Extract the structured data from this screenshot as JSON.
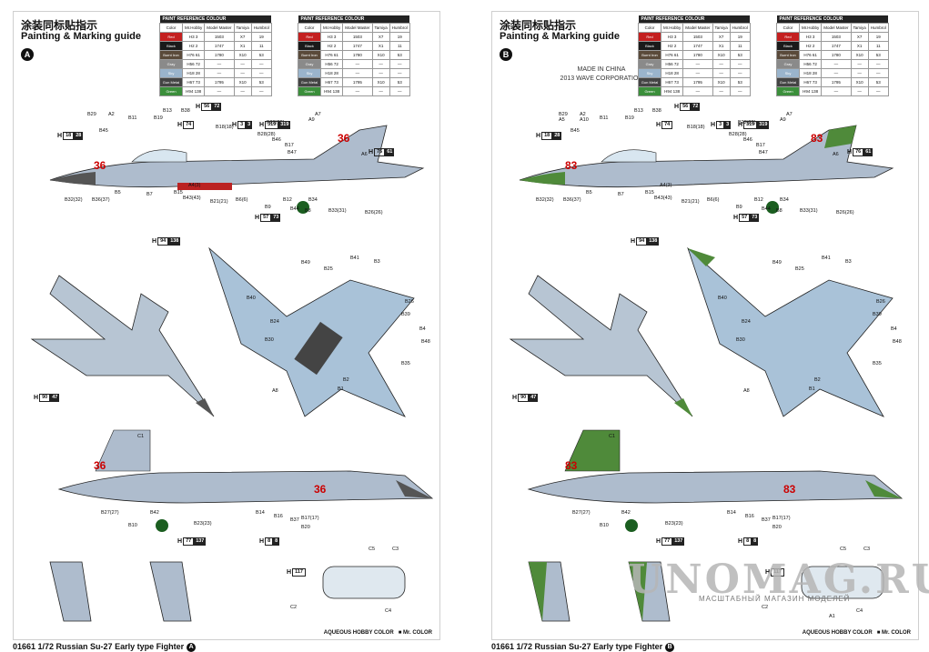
{
  "header": {
    "title_cn": "涂装同标贴指示",
    "title_en": "Painting & Marking guide"
  },
  "pages": {
    "a": {
      "letter": "A",
      "tail_number": "36"
    },
    "b": {
      "letter": "B",
      "tail_number": "83"
    }
  },
  "made_in": [
    "MADE IN CHINA",
    "2013 WAVE CORPORATION"
  ],
  "paint_table": {
    "title": "PAINT REFERENCE COLOUR",
    "headers": [
      "Color",
      "Mr.Hobby",
      "Model Master",
      "Tamiya",
      "Humbrol"
    ],
    "rows": [
      {
        "color_name": "Red",
        "swatch": "#c42020",
        "hobby": "H3 3",
        "mm": "1503",
        "tamiya": "X7",
        "humbrol": "19"
      },
      {
        "color_name": "Black",
        "swatch": "#1a1a1a",
        "hobby": "H2 2",
        "mm": "1747",
        "tamiya": "X1",
        "humbrol": "11"
      },
      {
        "color_name": "Burnt Iron",
        "swatch": "#5a4a3a",
        "hobby": "H76 61",
        "mm": "1780",
        "tamiya": "X10",
        "humbrol": "53"
      },
      {
        "color_name": "Gray",
        "swatch": "#8a8a8a",
        "hobby": "H56 72",
        "mm": "—",
        "tamiya": "—",
        "humbrol": "—"
      },
      {
        "color_name": "Sky",
        "swatch": "#9ab4cc",
        "hobby": "H18 28",
        "mm": "—",
        "tamiya": "—",
        "humbrol": "—"
      },
      {
        "color_name": "Gun Metal",
        "swatch": "#444444",
        "hobby": "H67 73",
        "mm": "1795",
        "tamiya": "X10",
        "humbrol": "53"
      },
      {
        "color_name": "Green",
        "swatch": "#3b8f3b",
        "hobby": "H94 138",
        "mm": "—",
        "tamiya": "—",
        "humbrol": "—"
      }
    ]
  },
  "callouts_a": [
    "B29",
    "A2",
    "B11",
    "B45",
    "B19",
    "B13",
    "B38",
    "B18(18)",
    "B22(22)",
    "B28(28)",
    "B46",
    "B17",
    "B47",
    "A9",
    "A7",
    "A6",
    "B32(32)",
    "B36(37)",
    "B5",
    "B7",
    "B15",
    "B43(43)",
    "A4(3)",
    "B21(21)",
    "B6(6)",
    "B9",
    "B12",
    "B34",
    "B44",
    "B8",
    "B33(31)",
    "B26(26)",
    "B49",
    "B25",
    "B41",
    "B3",
    "B40",
    "B24",
    "B30",
    "B26",
    "B39",
    "B48",
    "B35",
    "B1",
    "B2",
    "B4",
    "A8",
    "B10",
    "B27(27)",
    "B42",
    "B23(23)",
    "B20",
    "B14",
    "B16",
    "B37",
    "B17(17)",
    "C1",
    "C2",
    "C3",
    "C4",
    "C5"
  ],
  "callouts_b": [
    "A1",
    "A5",
    "A10"
  ],
  "paint_chips_a": [
    {
      "hobby": "18",
      "mc": "28"
    },
    {
      "hobby": "3",
      "mc": "3"
    },
    {
      "hobby": "74",
      "mc": ""
    },
    {
      "hobby": "319",
      "mc": "319"
    },
    {
      "hobby": "56",
      "mc": "72"
    },
    {
      "hobby": "76",
      "mc": "61"
    },
    {
      "hobby": "57",
      "mc": "73"
    },
    {
      "hobby": "94",
      "mc": "138"
    },
    {
      "hobby": "90",
      "mc": "47"
    },
    {
      "hobby": "117",
      "mc": ""
    },
    {
      "hobby": "77",
      "mc": "137"
    },
    {
      "hobby": "8",
      "mc": "8"
    }
  ],
  "watermark": {
    "main": "UNOMAG.RU",
    "sub": "МАСШТАБНЫЙ МАГАЗИН МОДЕЛЕЙ"
  },
  "legend": {
    "aqueous": "AQUEOUS HOBBY COLOR",
    "mr": "Mr. COLOR"
  },
  "footer": {
    "caption": "01661 1/72 Russian Su-27 Early type Fighter"
  }
}
